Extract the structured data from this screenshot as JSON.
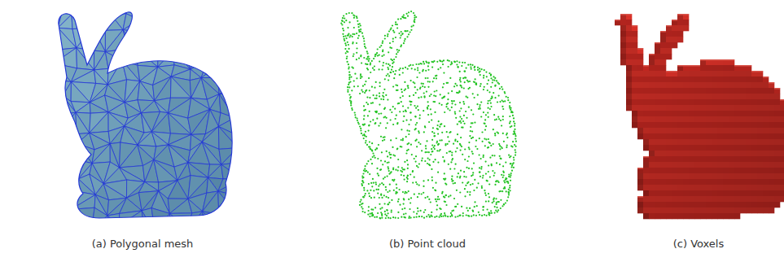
{
  "diagram": {
    "labels": [
      "(a) Polygonal mesh",
      "(b) Point cloud",
      "(c) Voxels"
    ]
  }
}
